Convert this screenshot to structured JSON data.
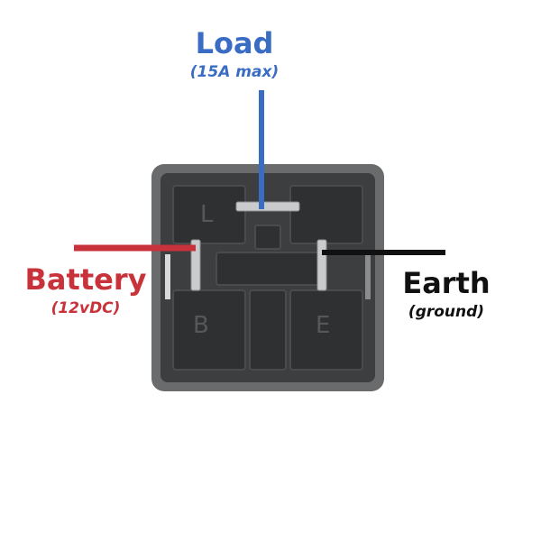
{
  "colors": {
    "load": "#3a6cc4",
    "battery": "#c8323a",
    "earth": "#111111"
  },
  "load": {
    "title": "Load",
    "subtitle": "(15A max)"
  },
  "battery": {
    "title": "Battery",
    "subtitle": "(12vDC)"
  },
  "earth": {
    "title": "Earth",
    "subtitle": "(ground)"
  },
  "relay": {
    "pin_labels": {
      "top": "L",
      "left": "B",
      "right": "E"
    }
  }
}
